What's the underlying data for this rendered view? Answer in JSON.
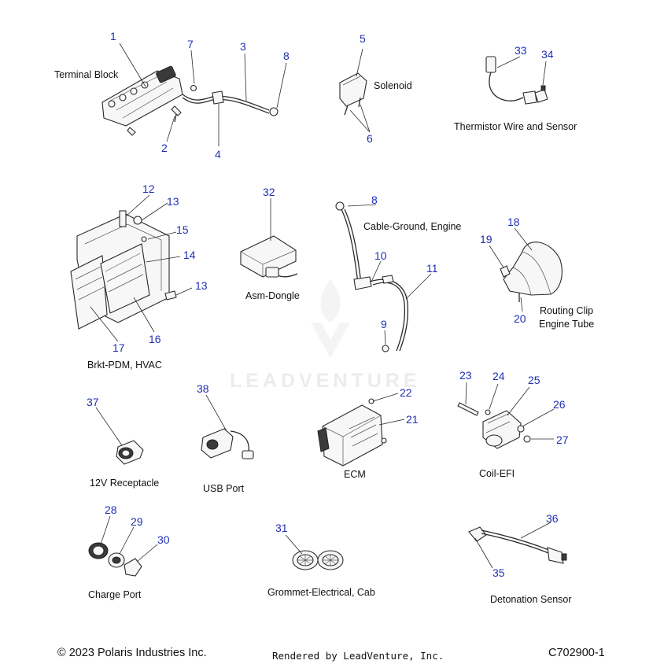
{
  "callouts": [
    {
      "id": "c1",
      "text": "1"
    },
    {
      "id": "c2",
      "text": "2"
    },
    {
      "id": "c3",
      "text": "3"
    },
    {
      "id": "c4",
      "text": "4"
    },
    {
      "id": "c5",
      "text": "5"
    },
    {
      "id": "c6",
      "text": "6"
    },
    {
      "id": "c7",
      "text": "7"
    },
    {
      "id": "c8a",
      "text": "8"
    },
    {
      "id": "c8b",
      "text": "8"
    },
    {
      "id": "c9",
      "text": "9"
    },
    {
      "id": "c10",
      "text": "10"
    },
    {
      "id": "c11",
      "text": "11"
    },
    {
      "id": "c12",
      "text": "12"
    },
    {
      "id": "c13a",
      "text": "13"
    },
    {
      "id": "c13b",
      "text": "13"
    },
    {
      "id": "c14",
      "text": "14"
    },
    {
      "id": "c15",
      "text": "15"
    },
    {
      "id": "c16",
      "text": "16"
    },
    {
      "id": "c17",
      "text": "17"
    },
    {
      "id": "c18",
      "text": "18"
    },
    {
      "id": "c19",
      "text": "19"
    },
    {
      "id": "c20",
      "text": "20"
    },
    {
      "id": "c21",
      "text": "21"
    },
    {
      "id": "c22",
      "text": "22"
    },
    {
      "id": "c23",
      "text": "23"
    },
    {
      "id": "c24",
      "text": "24"
    },
    {
      "id": "c25",
      "text": "25"
    },
    {
      "id": "c26",
      "text": "26"
    },
    {
      "id": "c27",
      "text": "27"
    },
    {
      "id": "c28",
      "text": "28"
    },
    {
      "id": "c29",
      "text": "29"
    },
    {
      "id": "c30",
      "text": "30"
    },
    {
      "id": "c31",
      "text": "31"
    },
    {
      "id": "c32",
      "text": "32"
    },
    {
      "id": "c33",
      "text": "33"
    },
    {
      "id": "c34",
      "text": "34"
    },
    {
      "id": "c35",
      "text": "35"
    },
    {
      "id": "c36",
      "text": "36"
    },
    {
      "id": "c37",
      "text": "37"
    },
    {
      "id": "c38",
      "text": "38"
    }
  ],
  "captions": {
    "terminal_block": "Terminal Block",
    "solenoid": "Solenoid",
    "thermistor": "Thermistor Wire and Sensor",
    "cable_ground": "Cable-Ground, Engine",
    "asm_dongle": "Asm-Dongle",
    "routing_clip_1": "Routing Clip",
    "routing_clip_2": "Engine Tube",
    "brkt_pdm": "Brkt-PDM, HVAC",
    "receptacle": "12V Receptacle",
    "usb_port": "USB Port",
    "ecm": "ECM",
    "coil_efi": "Coil-EFI",
    "charge_port": "Charge Port",
    "grommet": "Grommet-Electrical, Cab",
    "detonation": "Detonation Sensor"
  },
  "watermark": "LEADVENTURE",
  "footer": {
    "copyright": "© 2023 Polaris Industries Inc.",
    "rendered_by": "Rendered by LeadVenture, Inc.",
    "diagram_id": "C702900-1"
  },
  "colors": {
    "callout": "#1f2fb4",
    "line": "#2a2a2a",
    "watermark": "#ececec"
  }
}
